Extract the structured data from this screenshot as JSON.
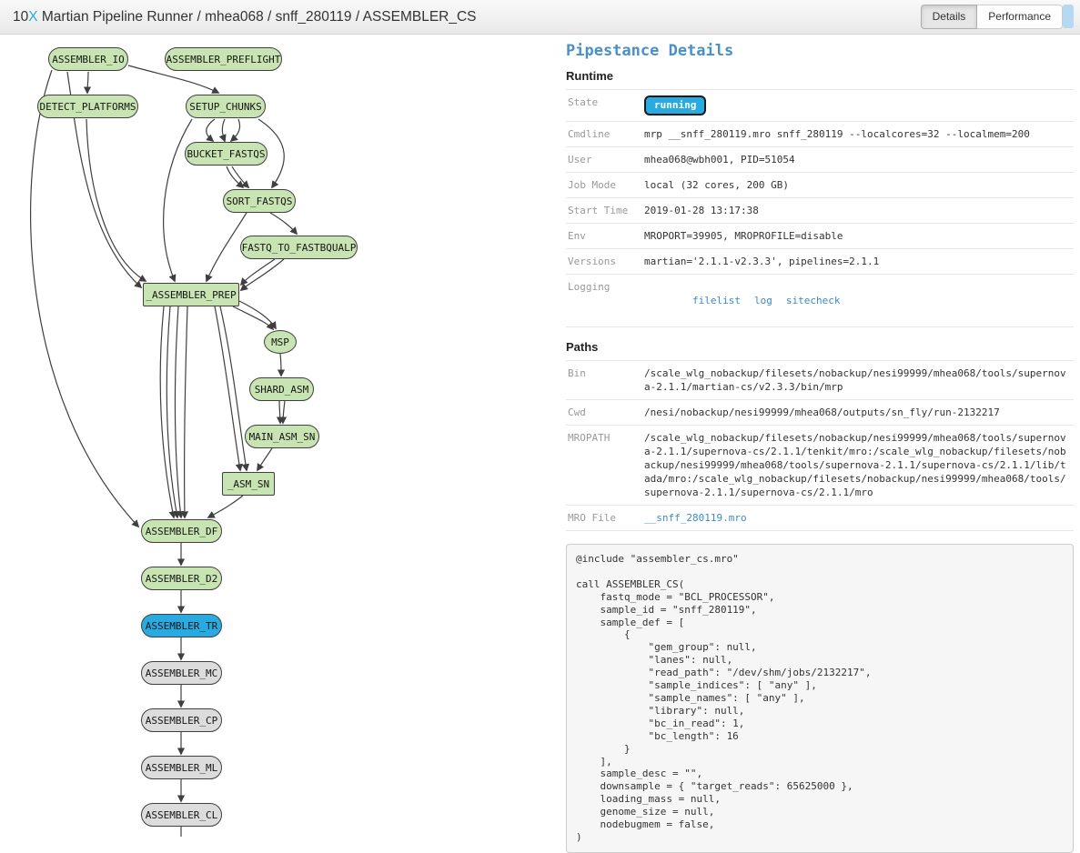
{
  "header": {
    "brand_num": "10",
    "brand_x": "X",
    "title": " Martian Pipeline Runner / mhea068 / snff_280119 / ASSEMBLER_CS",
    "buttons": [
      {
        "label": "Details",
        "active": true
      },
      {
        "label": "Performance",
        "active": false
      }
    ]
  },
  "panel": {
    "title": "Pipestance Details",
    "runtime_heading": "Runtime",
    "runtime_rows": [
      {
        "label": "State",
        "value": "running"
      },
      {
        "label": "Cmdline",
        "value": "mrp __snff_280119.mro snff_280119 --localcores=32 --localmem=200"
      },
      {
        "label": "User",
        "value": "mhea068@wbh001, PID=51054"
      },
      {
        "label": "Job Mode",
        "value": "local (32 cores, 200 GB)"
      },
      {
        "label": "Start Time",
        "value": "2019-01-28 13:17:38"
      },
      {
        "label": "Env",
        "value": "MROPORT=39905, MROPROFILE=disable"
      },
      {
        "label": "Versions",
        "value": "martian='2.1.1-v2.3.3', pipelines=2.1.1"
      },
      {
        "label": "Logging"
      }
    ],
    "logging_links": {
      "filelist": "filelist",
      "log": "log",
      "sitecheck": "sitecheck"
    },
    "paths_heading": "Paths",
    "path_rows": [
      {
        "label": "Bin",
        "value": "/scale_wlg_nobackup/filesets/nobackup/nesi99999/mhea068/tools/supernova-2.1.1/martian-cs/v2.3.3/bin/mrp"
      },
      {
        "label": "Cwd",
        "value": "/nesi/nobackup/nesi99999/mhea068/outputs/sn_fly/run-2132217"
      },
      {
        "label": "MROPATH",
        "value": "/scale_wlg_nobackup/filesets/nobackup/nesi99999/mhea068/tools/supernova-2.1.1/supernova-cs/2.1.1/tenkit/mro:/scale_wlg_nobackup/filesets/nobackup/nesi99999/mhea068/tools/supernova-2.1.1/supernova-cs/2.1.1/lib/tada/mro:/scale_wlg_nobackup/filesets/nobackup/nesi99999/mhea068/tools/supernova-2.1.1/supernova-cs/2.1.1/mro"
      },
      {
        "label": "MRO File"
      }
    ],
    "mro_file_link": "__snff_280119.mro",
    "code": "@include \"assembler_cs.mro\"\n\ncall ASSEMBLER_CS(\n    fastq_mode = \"BCL_PROCESSOR\",\n    sample_id = \"snff_280119\",\n    sample_def = [\n        {\n            \"gem_group\": null,\n            \"lanes\": null,\n            \"read_path\": \"/dev/shm/jobs/2132217\",\n            \"sample_indices\": [ \"any\" ],\n            \"sample_names\": [ \"any\" ],\n            \"library\": null,\n            \"bc_in_read\": 1,\n            \"bc_length\": 16\n        }\n    ],\n    sample_desc = \"\",\n    downsample = { \"target_reads\": 65625000 },\n    loading_mass = null,\n    genome_size = null,\n    nodebugmem = false,\n)"
  },
  "colors": {
    "accent_blue": "#29abe2",
    "node_green": "#c8e4b2",
    "node_gray": "#dcdcdc",
    "edge": "#3f3f3f"
  },
  "graph": {
    "nodes": [
      {
        "label": "ASSEMBLER_IO",
        "state": "complete"
      },
      {
        "label": "ASSEMBLER_PREFLIGHT",
        "state": "complete"
      },
      {
        "label": "DETECT_PLATFORMS",
        "state": "complete"
      },
      {
        "label": "SETUP_CHUNKS",
        "state": "complete"
      },
      {
        "label": "BUCKET_FASTQS",
        "state": "complete"
      },
      {
        "label": "SORT_FASTQS",
        "state": "complete"
      },
      {
        "label": "FASTQ_TO_FASTBQUALP",
        "state": "complete"
      },
      {
        "label": "_ASSEMBLER_PREP",
        "state": "complete"
      },
      {
        "label": "MSP",
        "state": "complete"
      },
      {
        "label": "SHARD_ASM",
        "state": "complete"
      },
      {
        "label": "MAIN_ASM_SN",
        "state": "complete"
      },
      {
        "label": "_ASM_SN",
        "state": "complete"
      },
      {
        "label": "ASSEMBLER_DF",
        "state": "complete"
      },
      {
        "label": "ASSEMBLER_D2",
        "state": "complete"
      },
      {
        "label": "ASSEMBLER_TR",
        "state": "running"
      },
      {
        "label": "ASSEMBLER_MC",
        "state": "waiting"
      },
      {
        "label": "ASSEMBLER_CP",
        "state": "waiting"
      },
      {
        "label": "ASSEMBLER_ML",
        "state": "waiting"
      },
      {
        "label": "ASSEMBLER_CL",
        "state": "waiting"
      }
    ],
    "edges": [
      {
        "from": "ASSEMBLER_IO",
        "to": "DETECT_PLATFORMS"
      },
      {
        "from": "ASSEMBLER_IO",
        "to": "SETUP_CHUNKS"
      },
      {
        "from": "ASSEMBLER_IO",
        "to": "_ASSEMBLER_PREP"
      },
      {
        "from": "ASSEMBLER_IO",
        "to": "ASSEMBLER_DF"
      },
      {
        "from": "DETECT_PLATFORMS",
        "to": "_ASSEMBLER_PREP"
      },
      {
        "from": "SETUP_CHUNKS",
        "to": "BUCKET_FASTQS"
      },
      {
        "from": "SETUP_CHUNKS",
        "to": "SORT_FASTQS"
      },
      {
        "from": "SETUP_CHUNKS",
        "to": "_ASSEMBLER_PREP"
      },
      {
        "from": "BUCKET_FASTQS",
        "to": "SORT_FASTQS"
      },
      {
        "from": "SORT_FASTQS",
        "to": "FASTQ_TO_FASTBQUALP"
      },
      {
        "from": "SORT_FASTQS",
        "to": "_ASSEMBLER_PREP"
      },
      {
        "from": "FASTQ_TO_FASTBQUALP",
        "to": "_ASSEMBLER_PREP"
      },
      {
        "from": "_ASSEMBLER_PREP",
        "to": "MSP"
      },
      {
        "from": "_ASSEMBLER_PREP",
        "to": "_ASM_SN"
      },
      {
        "from": "_ASSEMBLER_PREP",
        "to": "ASSEMBLER_DF"
      },
      {
        "from": "MSP",
        "to": "SHARD_ASM"
      },
      {
        "from": "SHARD_ASM",
        "to": "MAIN_ASM_SN"
      },
      {
        "from": "MAIN_ASM_SN",
        "to": "_ASM_SN"
      },
      {
        "from": "_ASM_SN",
        "to": "ASSEMBLER_DF"
      },
      {
        "from": "ASSEMBLER_DF",
        "to": "ASSEMBLER_D2"
      },
      {
        "from": "ASSEMBLER_D2",
        "to": "ASSEMBLER_TR"
      },
      {
        "from": "ASSEMBLER_TR",
        "to": "ASSEMBLER_MC"
      },
      {
        "from": "ASSEMBLER_MC",
        "to": "ASSEMBLER_CP"
      },
      {
        "from": "ASSEMBLER_CP",
        "to": "ASSEMBLER_ML"
      },
      {
        "from": "ASSEMBLER_ML",
        "to": "ASSEMBLER_CL"
      }
    ]
  }
}
